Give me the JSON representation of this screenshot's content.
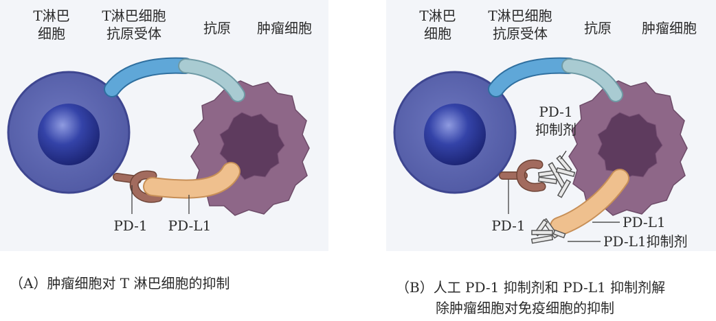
{
  "panel_a": {
    "labels": {
      "t_cell": [
        "T淋巴",
        "细胞"
      ],
      "tcr": [
        "T淋巴细胞",
        "抗原受体"
      ],
      "antigen": "抗原",
      "tumor_cell": "肿瘤细胞",
      "pd1": "PD-1",
      "pdl1": "PD-L1"
    },
    "caption": "（A）肿瘤细胞对 T 淋巴细胞的抑制"
  },
  "panel_b": {
    "labels": {
      "t_cell": [
        "T淋巴",
        "细胞"
      ],
      "tcr": [
        "T淋巴细胞",
        "抗原受体"
      ],
      "antigen": "抗原",
      "tumor_cell": "肿瘤细胞",
      "pd1_inhibitor": [
        "PD-1",
        "抑制剂"
      ],
      "pd1": "PD-1",
      "pdl1": "PD-L1",
      "pdl1_inhibitor": "PD-L1抑制剂"
    },
    "caption": [
      "（B）人工 PD-1 抑制剂和 PD-L1 抑制剂解",
      "除肿瘤细胞对免疫细胞的抑制"
    ]
  },
  "colors": {
    "t_cell_outer": "#5a64ad",
    "t_cell_ring": "#3f4893",
    "nucleus": "#2d3aa0",
    "tumor": "#8e6788",
    "tumor_nucleus": "#5e3b5e",
    "tcr": "#5fa7d8",
    "antigen": "#a9cbd2",
    "pd1": "#a26b5e",
    "pdl1": "#efc08e",
    "antibody": "#5a5a5a"
  }
}
